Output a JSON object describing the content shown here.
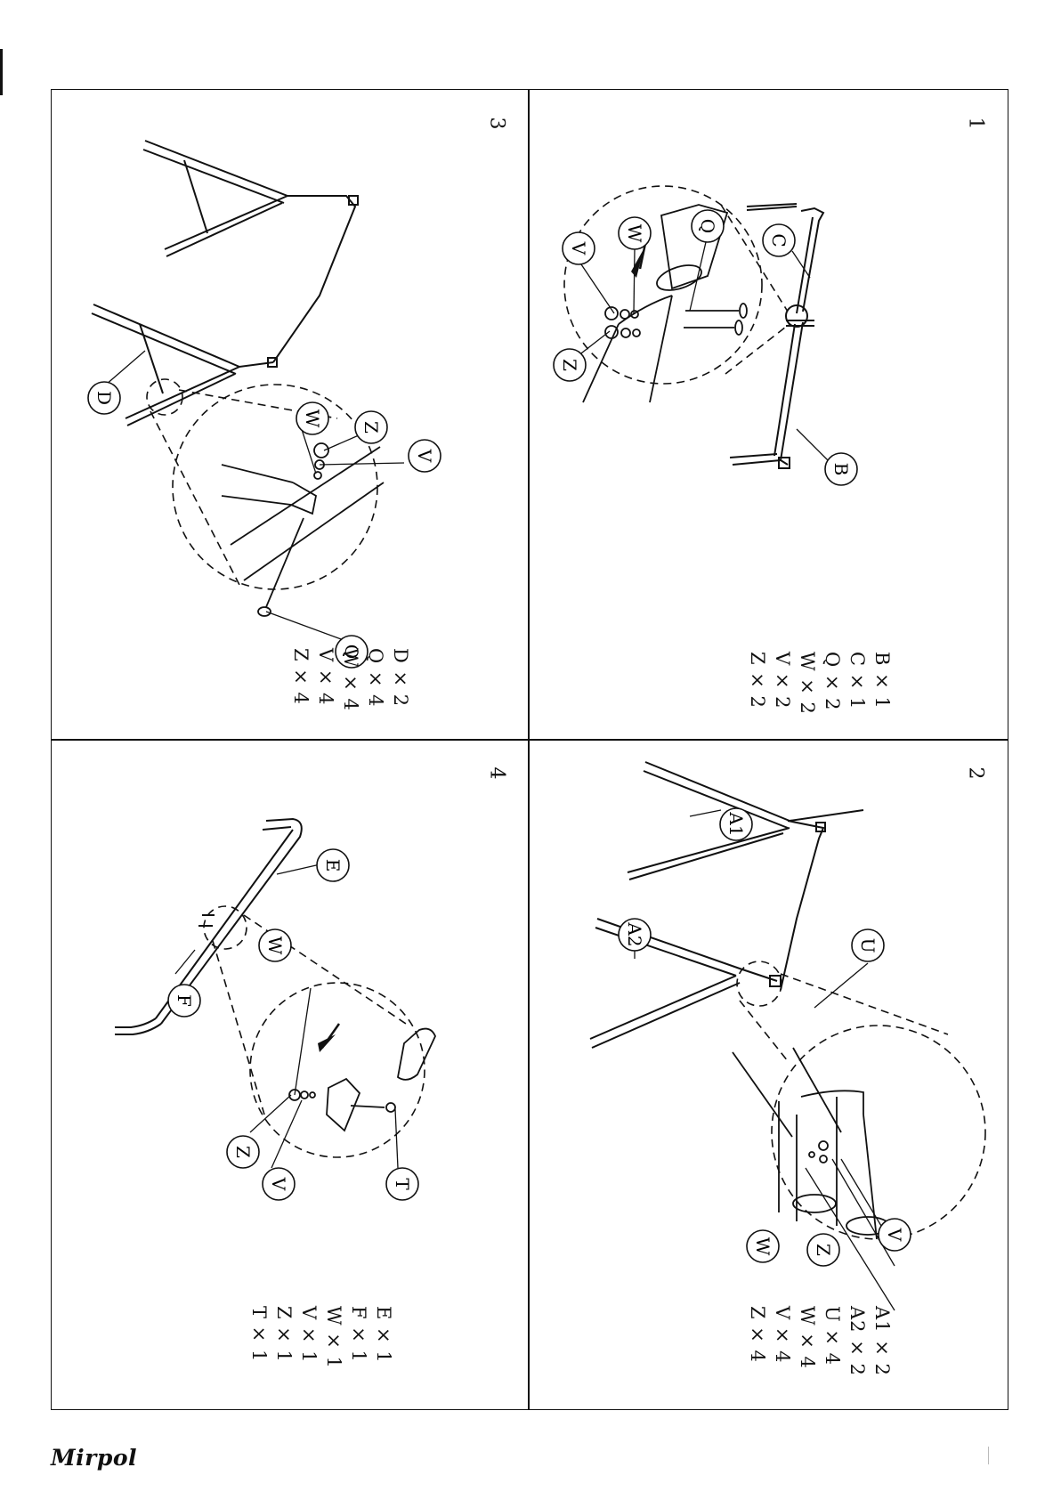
{
  "brand": "Mirpol",
  "steps": [
    {
      "number": "1",
      "parts": [
        "B × 1",
        "C × 1",
        "Q × 2",
        "W × 2",
        "V × 2",
        "Z × 2"
      ],
      "callouts": [
        "V",
        "W",
        "Q",
        "C",
        "Z",
        "B"
      ]
    },
    {
      "number": "2",
      "parts": [
        "A1 × 2",
        "A2 × 2",
        "U × 4",
        "W × 4",
        "V × 4",
        "Z × 4"
      ],
      "callouts": [
        "A1",
        "A2",
        "U",
        "V",
        "Z",
        "W"
      ]
    },
    {
      "number": "3",
      "parts": [
        "D × 2",
        "Q × 4",
        "W × 4",
        "V × 4",
        "Z × 4"
      ],
      "callouts": [
        "D",
        "W",
        "Z",
        "V",
        "Q"
      ]
    },
    {
      "number": "4",
      "parts": [
        "E × 1",
        "F × 1",
        "W × 1",
        "V × 1",
        "Z × 1",
        "T × 1"
      ],
      "callouts": [
        "E",
        "F",
        "W",
        "Z",
        "V",
        "T"
      ]
    }
  ]
}
